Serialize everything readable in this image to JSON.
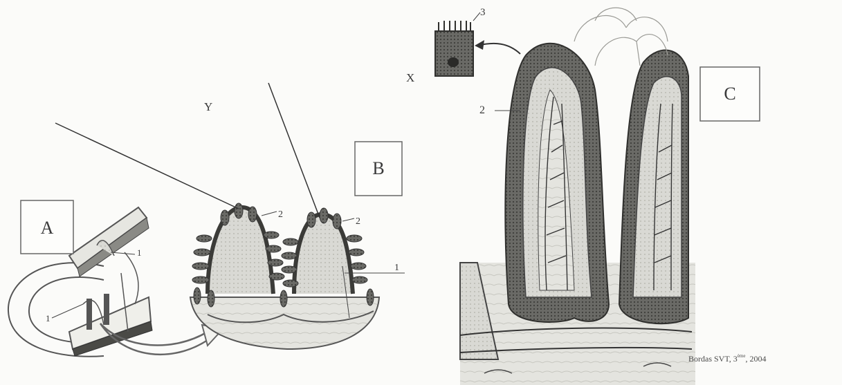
{
  "labels": {
    "box_a": "A",
    "box_b": "B",
    "box_c": "C",
    "x": "X",
    "y": "Y",
    "num_1": "1",
    "num_2": "2",
    "num_3": "3"
  },
  "credit": {
    "source": "Bordas SVT, 3",
    "superscript": "ème",
    "year": ", 2004"
  }
}
